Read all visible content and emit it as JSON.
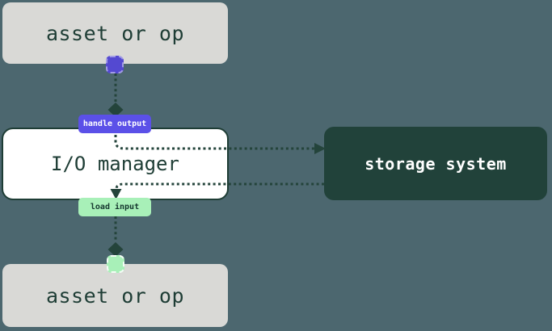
{
  "diagram": {
    "background_color": "#4c676f",
    "connector_color": "#24443b",
    "nodes": {
      "asset_top": {
        "label": "asset or op",
        "bg": "#d9d9d6",
        "text_color": "#1e3d35"
      },
      "io_manager": {
        "label": "I/O manager",
        "bg": "#ffffff",
        "border_color": "#1e3d35",
        "text_color": "#1e3d35"
      },
      "storage": {
        "label": "storage system",
        "bg": "#21423a",
        "text_color": "#ffffff"
      },
      "asset_bottom": {
        "label": "asset or op",
        "bg": "#d9d9d6",
        "text_color": "#1e3d35"
      }
    },
    "badges": {
      "handle_output": {
        "label": "handle output",
        "bg": "#5b50e8",
        "text_color": "#ffffff"
      },
      "load_input": {
        "label": "load input",
        "bg": "#a8f0b8",
        "text_color": "#15372e"
      }
    },
    "handles": {
      "output": {
        "color": "#5449d1"
      },
      "input": {
        "color": "#a8f0b8"
      }
    }
  }
}
